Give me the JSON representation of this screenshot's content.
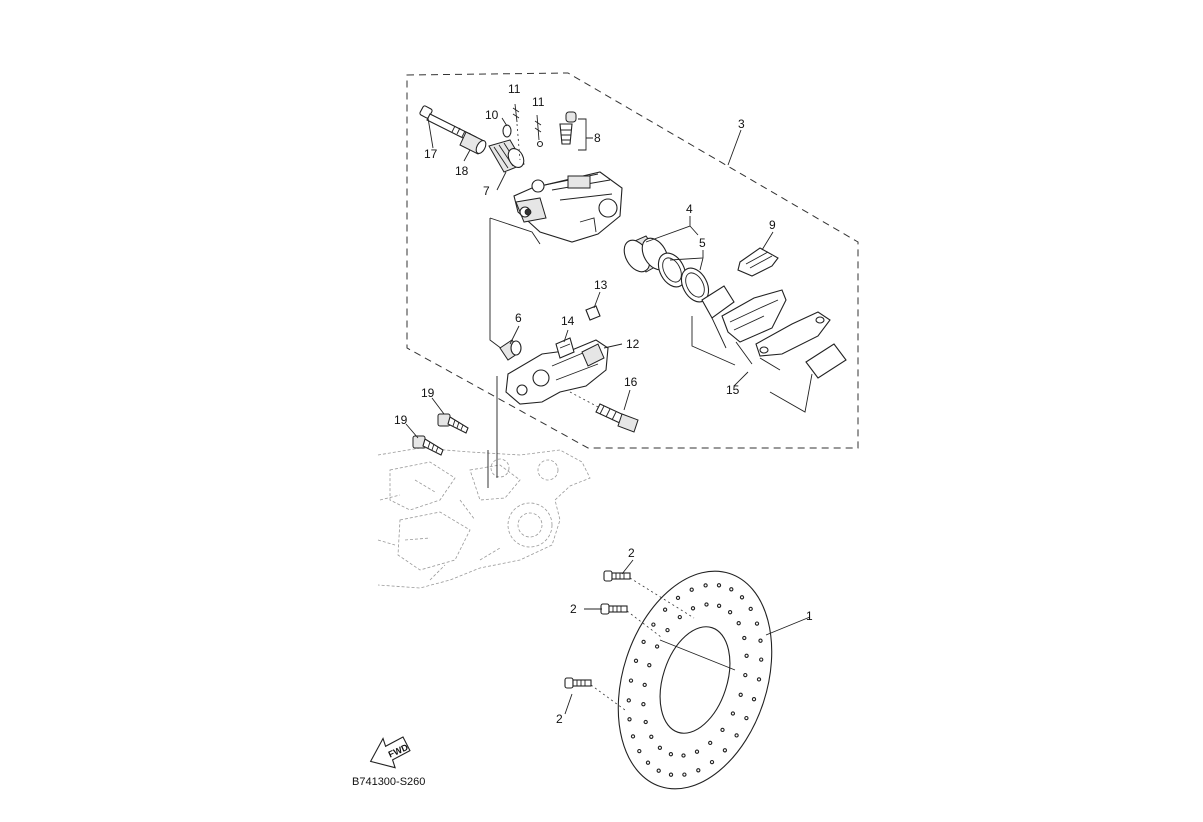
{
  "diagram": {
    "drawing_code": "B741300-S260",
    "fwd_label": "FWD",
    "callouts": {
      "c1": "1",
      "c2a": "2",
      "c2b": "2",
      "c2c": "2",
      "c3": "3",
      "c4": "4",
      "c5": "5",
      "c6": "6",
      "c7": "7",
      "c8": "8",
      "c9": "9",
      "c10": "10",
      "c11a": "11",
      "c11b": "11",
      "c12": "12",
      "c13": "13",
      "c14": "14",
      "c15": "15",
      "c16": "16",
      "c17": "17",
      "c18": "18",
      "c19a": "19",
      "c19b": "19"
    }
  }
}
